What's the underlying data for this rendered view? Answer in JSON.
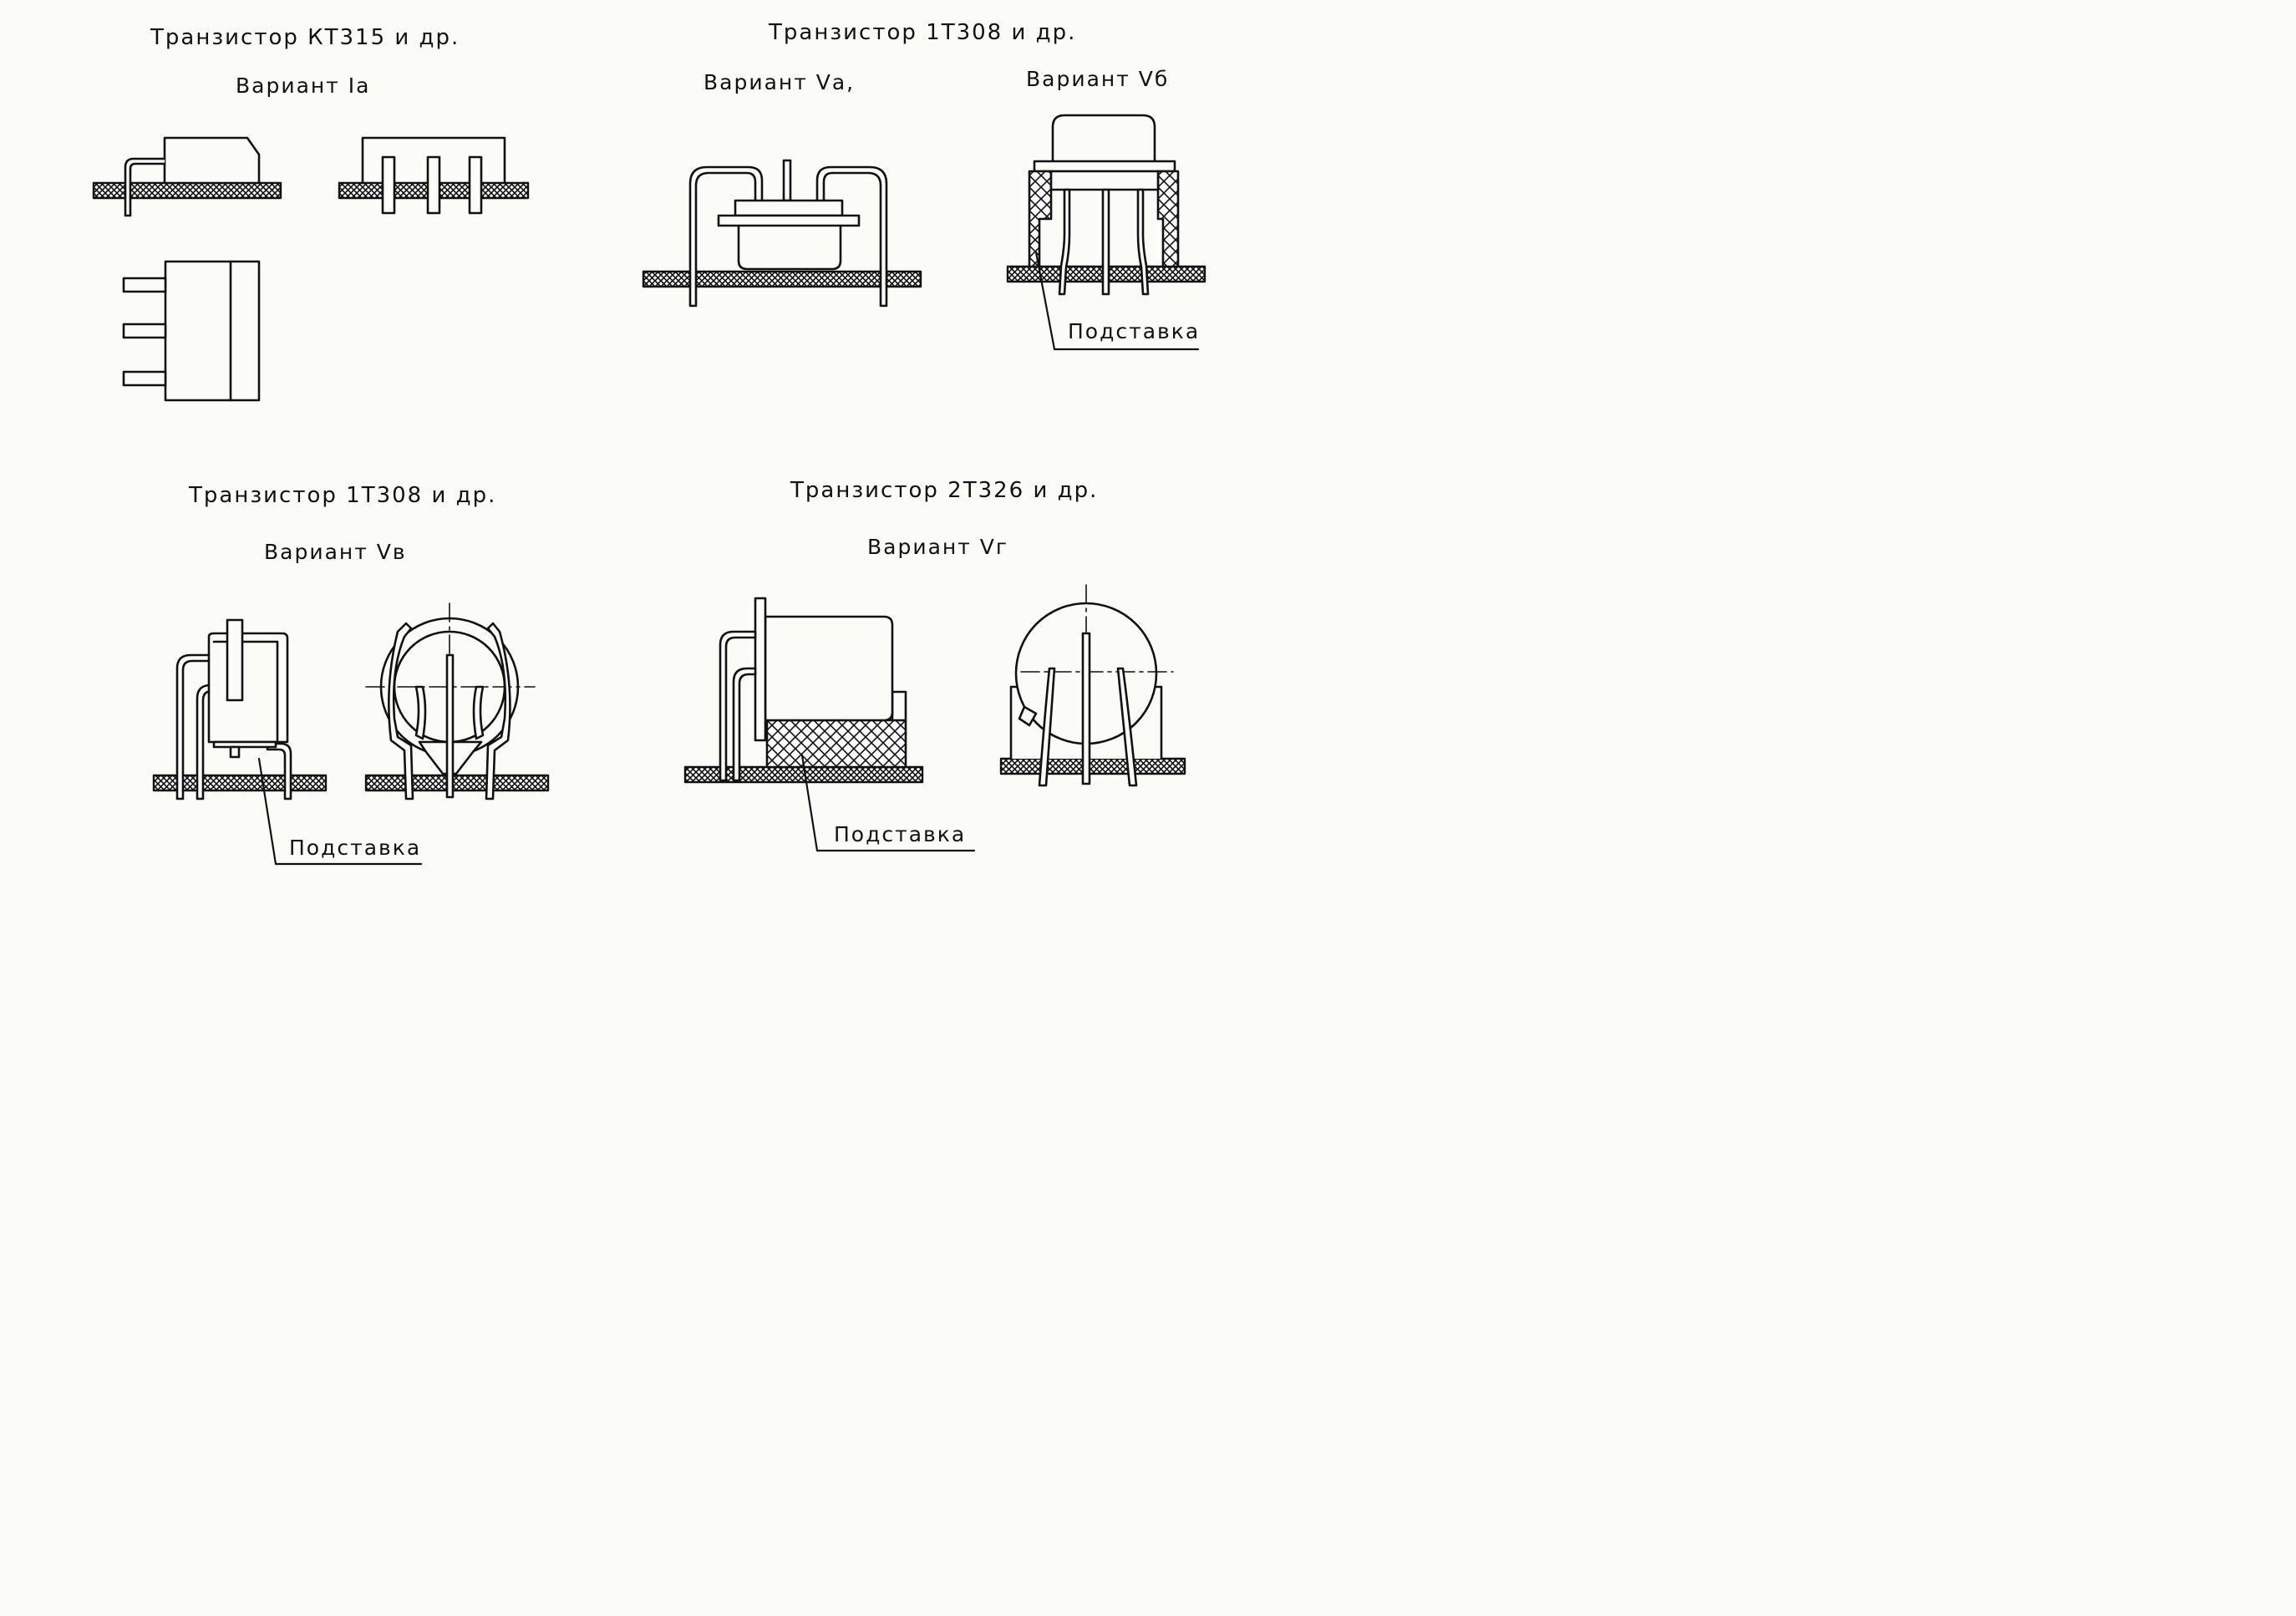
{
  "panels": {
    "kt315": {
      "title": "Транзистор КТ315 и др.",
      "variant": "Вариант Iа"
    },
    "t308_ab": {
      "title": "Транзистор 1Т308 и др.",
      "variant_a": "Вариант Vа,",
      "variant_b": "Вариант Vб",
      "stand": "Подставка"
    },
    "t308_v": {
      "title": "Транзистор 1Т308 и др.",
      "variant": "Вариант Vв",
      "stand": "Подставка"
    },
    "t326": {
      "title": "Транзистор 2Т326 и др.",
      "variant": "Вариант Vг",
      "stand": "Подставка"
    }
  },
  "colors": {
    "ink": "#111111",
    "paper": "#fbfbf8"
  }
}
